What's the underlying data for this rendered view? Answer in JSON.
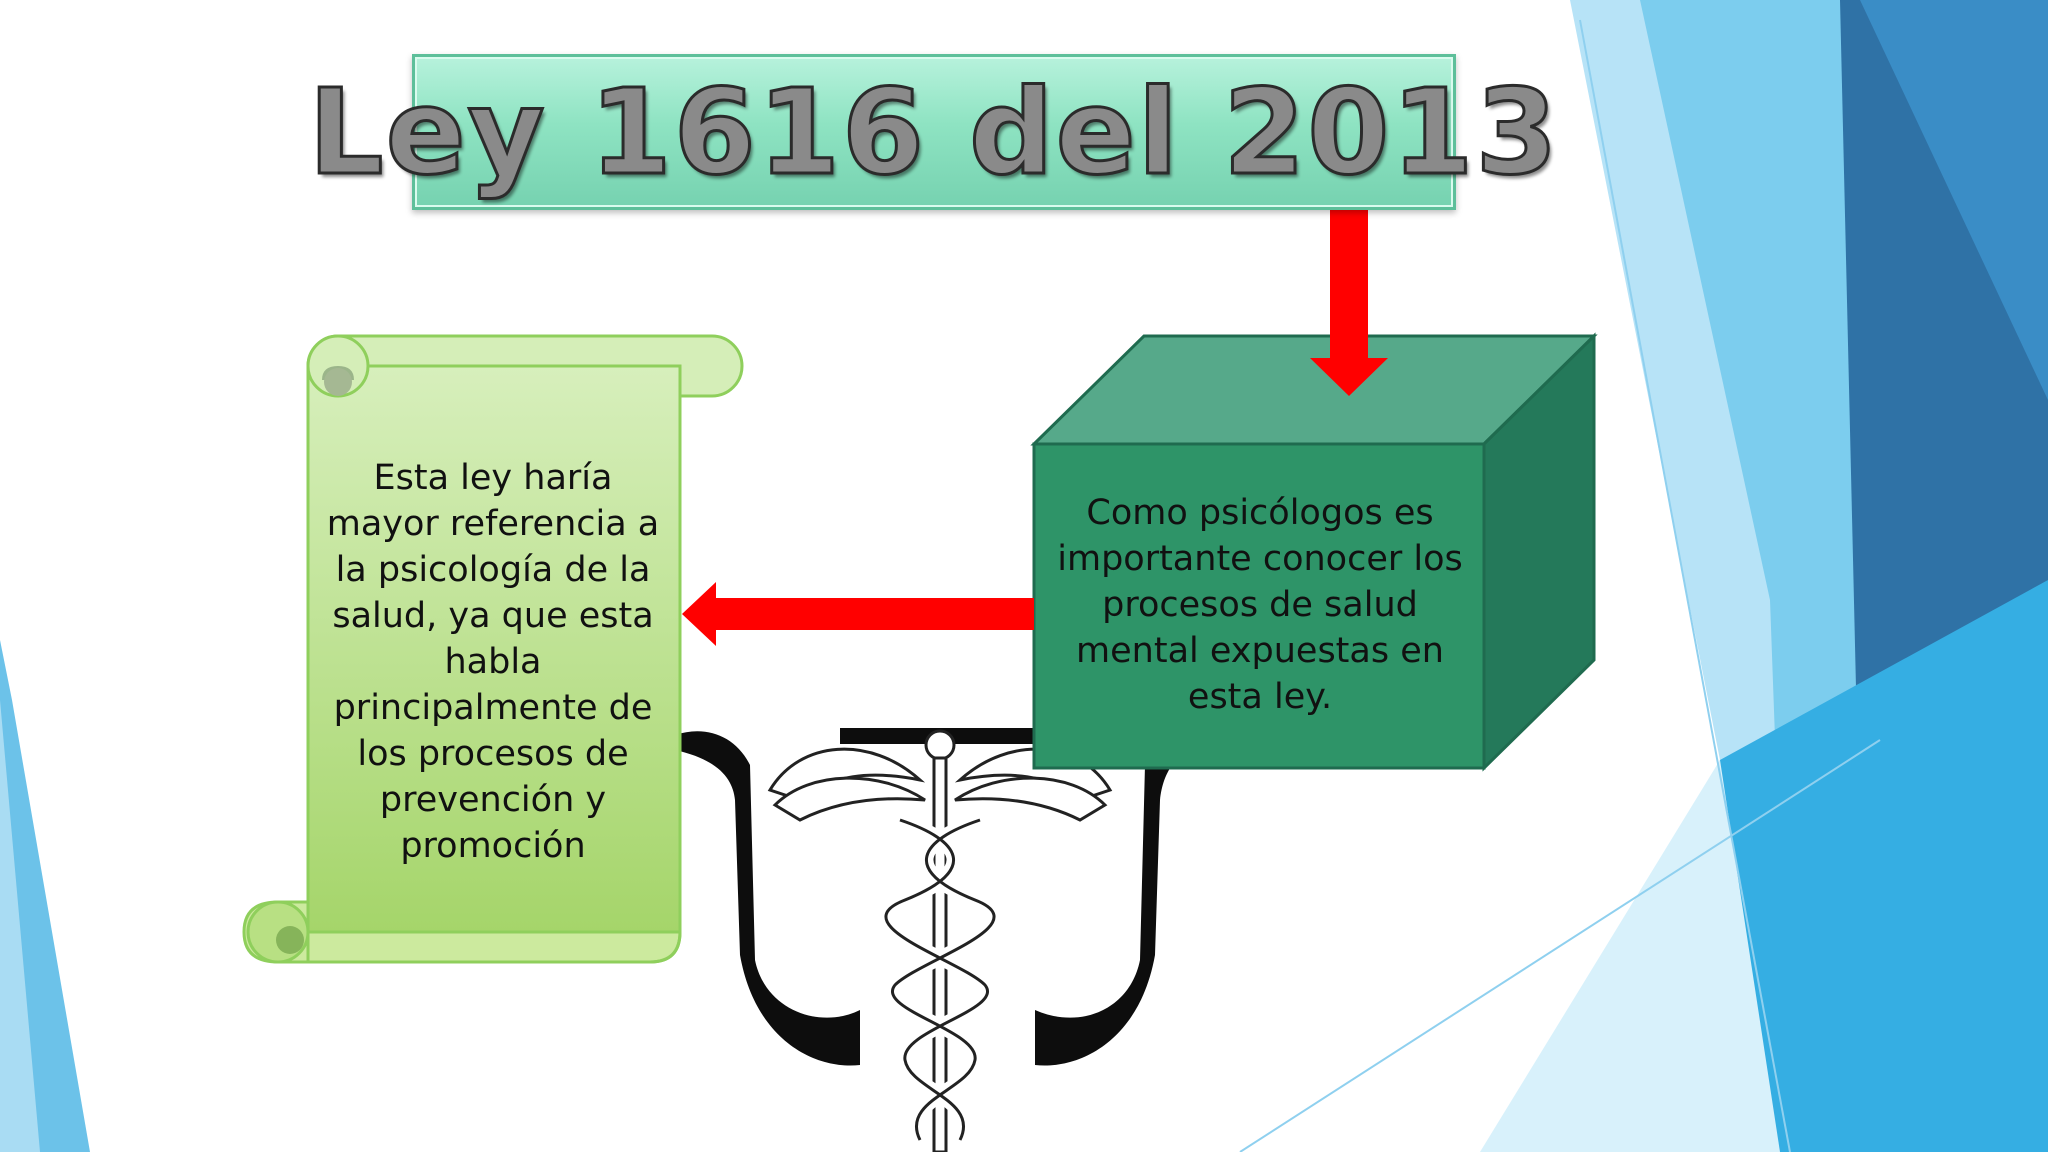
{
  "title": "Ley 1616 del 2013",
  "left_note": "Esta ley haría mayor referencia a la psicología de la salud, ya que esta habla principalmente de los procesos de prevención y promoción",
  "right_note": "Como psicólogos es importante conocer los procesos de salud mental expuestas en esta ley.",
  "colors": {
    "title_fill": "#8ee3c2",
    "scroll_fill": "#b8e38a",
    "cube_front": "#2e9468",
    "cube_top": "#56a98a",
    "cube_side": "#24795a",
    "arrow": "#ff0000",
    "background_accent": "#2fa6dc"
  },
  "icons": [
    "psi-caduceus-icon"
  ]
}
